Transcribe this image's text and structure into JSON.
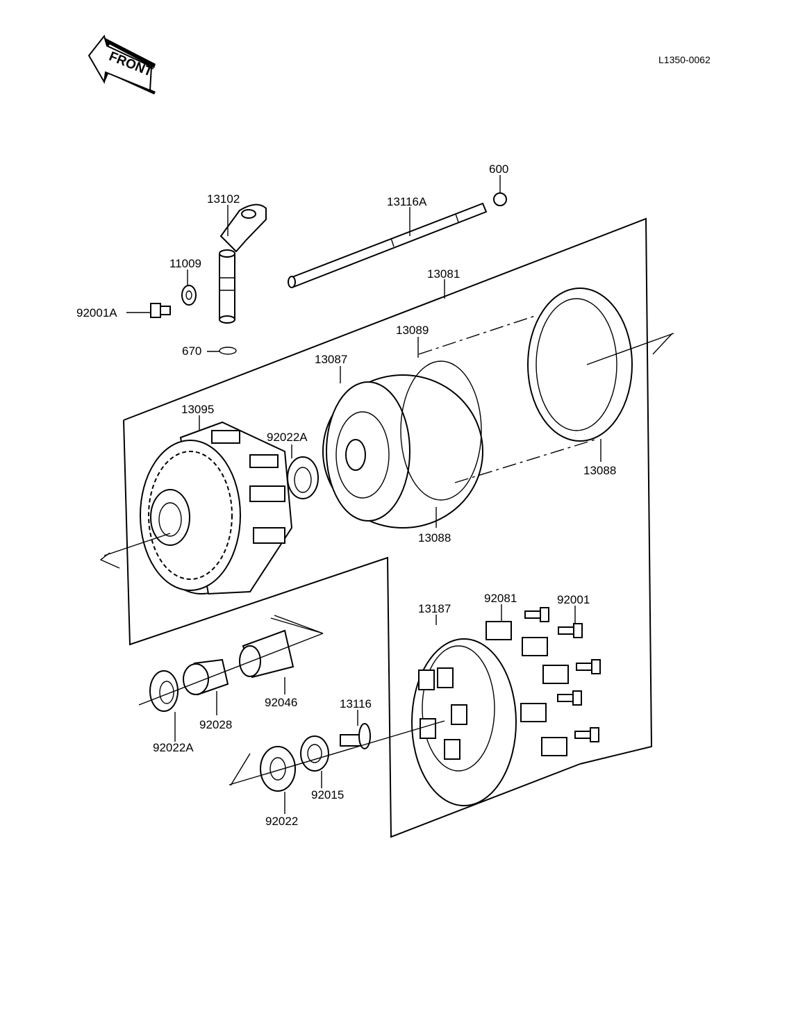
{
  "document_code": "L1350-0062",
  "front_arrow": {
    "text": "FRONT"
  },
  "part_labels": [
    {
      "id": "p600",
      "text": "600"
    },
    {
      "id": "p13102",
      "text": "13102"
    },
    {
      "id": "p13116A",
      "text": "13116A"
    },
    {
      "id": "p11009",
      "text": "11009"
    },
    {
      "id": "p13081",
      "text": "13081"
    },
    {
      "id": "p92001A",
      "text": "92001A"
    },
    {
      "id": "p670",
      "text": "670"
    },
    {
      "id": "p13089",
      "text": "13089"
    },
    {
      "id": "p13087",
      "text": "13087"
    },
    {
      "id": "p13095",
      "text": "13095"
    },
    {
      "id": "p92022A_top",
      "text": "92022A"
    },
    {
      "id": "p13088_right",
      "text": "13088"
    },
    {
      "id": "p13088_mid",
      "text": "13088"
    },
    {
      "id": "p92081",
      "text": "92081"
    },
    {
      "id": "p92001",
      "text": "92001"
    },
    {
      "id": "p13187",
      "text": "13187"
    },
    {
      "id": "p92046",
      "text": "92046"
    },
    {
      "id": "p13116",
      "text": "13116"
    },
    {
      "id": "p92028",
      "text": "92028"
    },
    {
      "id": "p92022A_bot",
      "text": "92022A"
    },
    {
      "id": "p92015",
      "text": "92015"
    },
    {
      "id": "p92022",
      "text": "92022"
    }
  ]
}
